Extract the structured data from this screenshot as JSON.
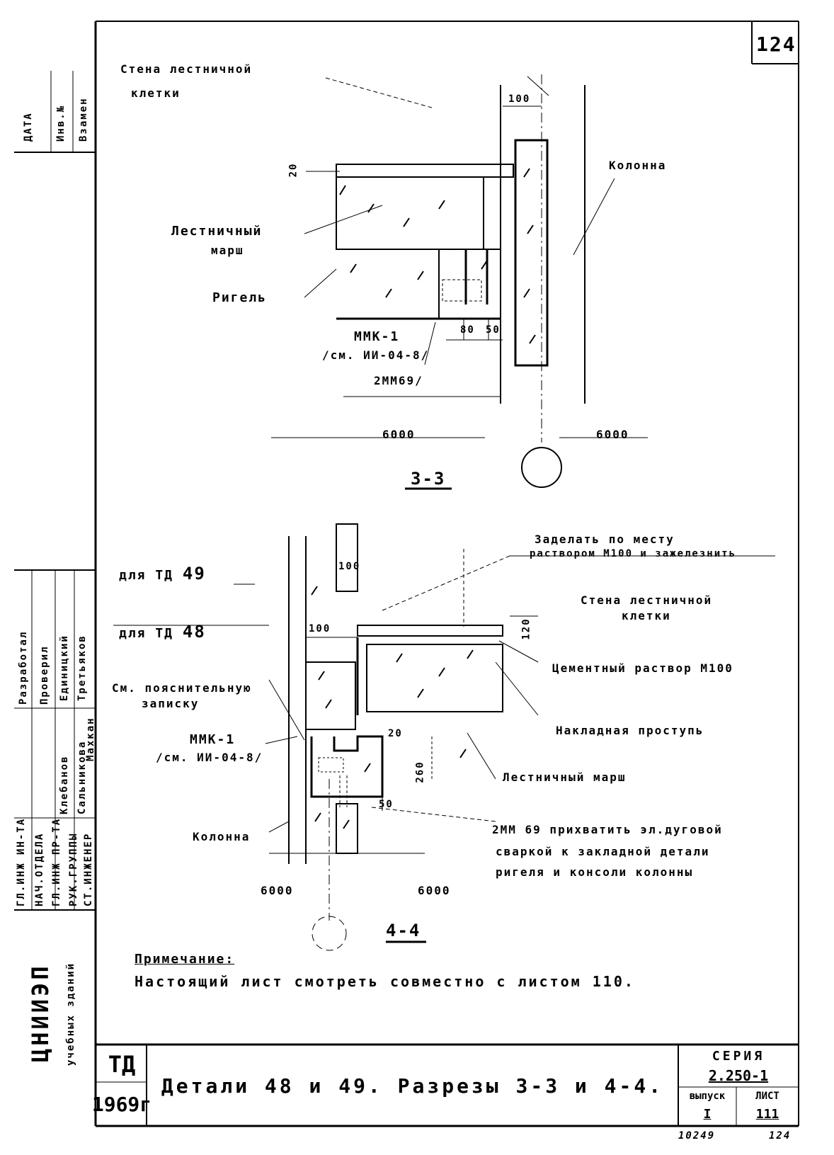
{
  "sheet_number": "124",
  "side_stamp": {
    "top": [
      "ДАТА",
      "Инв.№",
      "Взамен"
    ],
    "roles": [
      "Разработал",
      "Проверил"
    ],
    "names": [
      "Единицкий",
      "Третьяков",
      "Клебанов",
      "Сальникова",
      "Махкан"
    ],
    "positions": [
      "ГЛ.ИНЖ ИН-ТА",
      "НАЧ.ОТДЕЛА",
      "ГЛ.ИНЖ ПР-ТА",
      "РУК.ГРУППЫ",
      "СТ.ИНЖЕНЕР"
    ],
    "org": "ЦНИИЭП",
    "org_sub": "учебных зданий"
  },
  "section_33": {
    "label_wall": "Стена лестничной",
    "label_wall2": "клетки",
    "label_column": "Колонна",
    "label_flight": "Лестничный",
    "label_flight2": "марш",
    "label_rigel": "Ригель",
    "dim_100": "100",
    "dim_20": "20",
    "dim_80": "80",
    "dim_50": "50",
    "mmk": "ММК-1",
    "mmk_ref": "/см. ИИ-04-8/",
    "mm69": "2ММ69/",
    "axis_left": "6000",
    "axis_right": "6000",
    "title": "3-3"
  },
  "section_44": {
    "for_49": "для ТД",
    "num_49": "49",
    "for_48": "для ТД",
    "num_48": "48",
    "seal_1": "Заделать по месту",
    "seal_2": "раствором М100 и зажелезнить",
    "wall_1": "Стена лестничной",
    "wall_2": "клетки",
    "mortar": "Цементный раствор М100",
    "see_note_1": "См. пояснительную",
    "see_note_2": "записку",
    "nosing": "Накладная проступь",
    "mmk": "ММК-1",
    "mmk_ref": "/см. ИИ-04-8/",
    "flight": "Лестничный марш",
    "column": "Колонна",
    "weld_1": "2ММ 69 прихватить эл.дуговой",
    "weld_2": "сваркой к закладной детали",
    "weld_3": "ригеля и консоли колонны",
    "dim_100a": "100",
    "dim_100b": "100",
    "dim_120": "120",
    "dim_20": "20",
    "dim_260": "260",
    "dim_50": "50",
    "axis_left": "6000",
    "axis_right": "6000",
    "title": "4-4"
  },
  "note": {
    "heading": "Примечание:",
    "text": "Настоящий лист смотреть совместно с листом 110."
  },
  "title_block": {
    "td": "ТД",
    "year": "1969г",
    "title": "Детали 48 и 49. Разрезы 3-3 и 4-4.",
    "series_label": "СЕРИЯ",
    "series_value": "2.250-1",
    "issue_label": "выпуск",
    "issue_value": "I",
    "sheet_label": "ЛИСТ",
    "sheet_value": "111"
  },
  "footer": {
    "left": "10249",
    "right": "124"
  }
}
